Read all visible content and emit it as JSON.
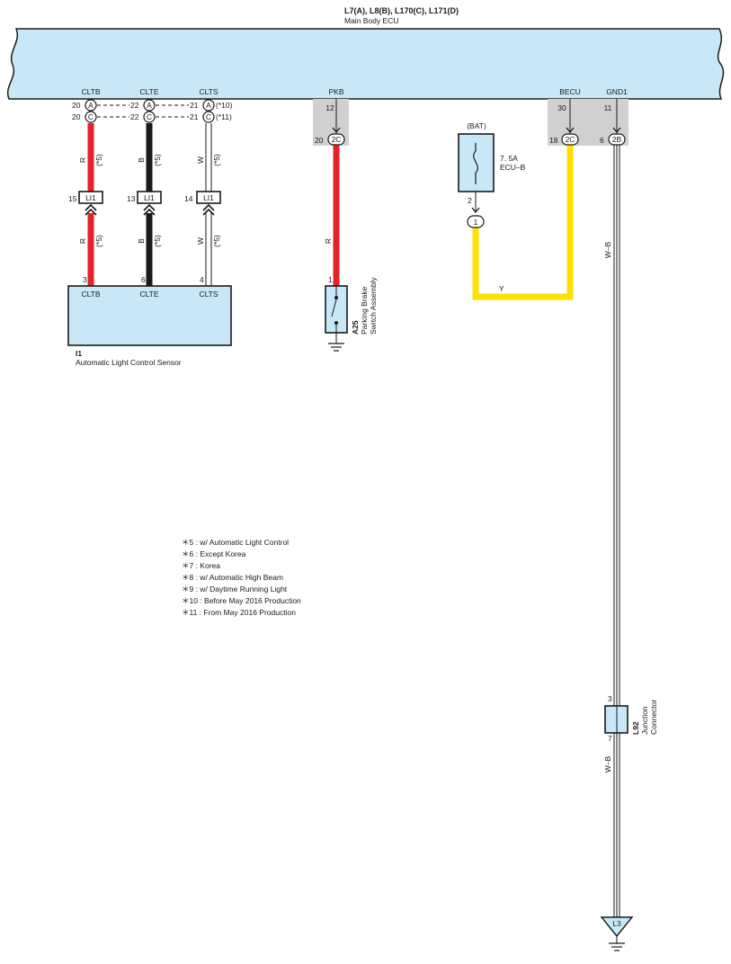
{
  "ecu": {
    "connectors": "L7(A), L8(B), L170(C), L171(D)",
    "name": "Main Body ECU",
    "terminals": [
      "CLTB",
      "CLTE",
      "CLTS",
      "PKB",
      "BECU",
      "GND1"
    ]
  },
  "pins": {
    "cltb_a": "20",
    "cltb_c": "20",
    "clte_a": "22",
    "clte_c": "22",
    "clts_a": "21",
    "clts_c": "21",
    "pkb_upper": "12",
    "pkb_2c": "20",
    "becu_upper": "30",
    "becu_2c": "18",
    "gnd1_upper": "11",
    "gnd1_2b": "6"
  },
  "connector_ids": {
    "a": "A",
    "c": "C",
    "c2": "2C",
    "b2": "2B",
    "fuse_out": "1"
  },
  "notes_inline": {
    "n10": "(*10)",
    "n11": "(*11)",
    "n5": "(*5)"
  },
  "wires": {
    "red": "R",
    "black": "B",
    "white": "W",
    "yellow": "Y",
    "wb": "W–B"
  },
  "li1": {
    "label": "LI1",
    "pin_cltb": "15",
    "pin_clte": "13",
    "pin_clts": "14"
  },
  "sensor": {
    "id": "I1",
    "name": "Automatic Light Control Sensor",
    "pin_cltb": "3",
    "pin_clte": "6",
    "pin_clts": "4",
    "terminals": [
      "CLTB",
      "CLTE",
      "CLTS"
    ]
  },
  "parking": {
    "pin": "1",
    "id": "A25",
    "name_line1": "Parking Brake",
    "name_line2": "Switch Assembly"
  },
  "fuse": {
    "source": "(BAT)",
    "rating": "7. 5A",
    "name": "ECU–B",
    "pin": "2"
  },
  "junction": {
    "id": "L92",
    "name_line1": "Junction",
    "name_line2": "Connector",
    "pin_in": "3",
    "pin_out": "7"
  },
  "ground": {
    "id": "L3"
  },
  "notes": [
    "＊5 : w/ Automatic Light Control",
    "＊6 : Except Korea",
    "＊7 : Korea",
    "＊8 : w/ Automatic High Beam",
    "＊9 : w/ Daytime Running Light",
    "＊10 : Before May 2016 Production",
    "＊11 : From May 2016 Production"
  ],
  "colors": {
    "ecu_fill": "#c8e8f8",
    "red": "#e52228",
    "black": "#1a1a1a",
    "yellow": "#ffe000",
    "connector_gray": "#d0d0d0"
  }
}
